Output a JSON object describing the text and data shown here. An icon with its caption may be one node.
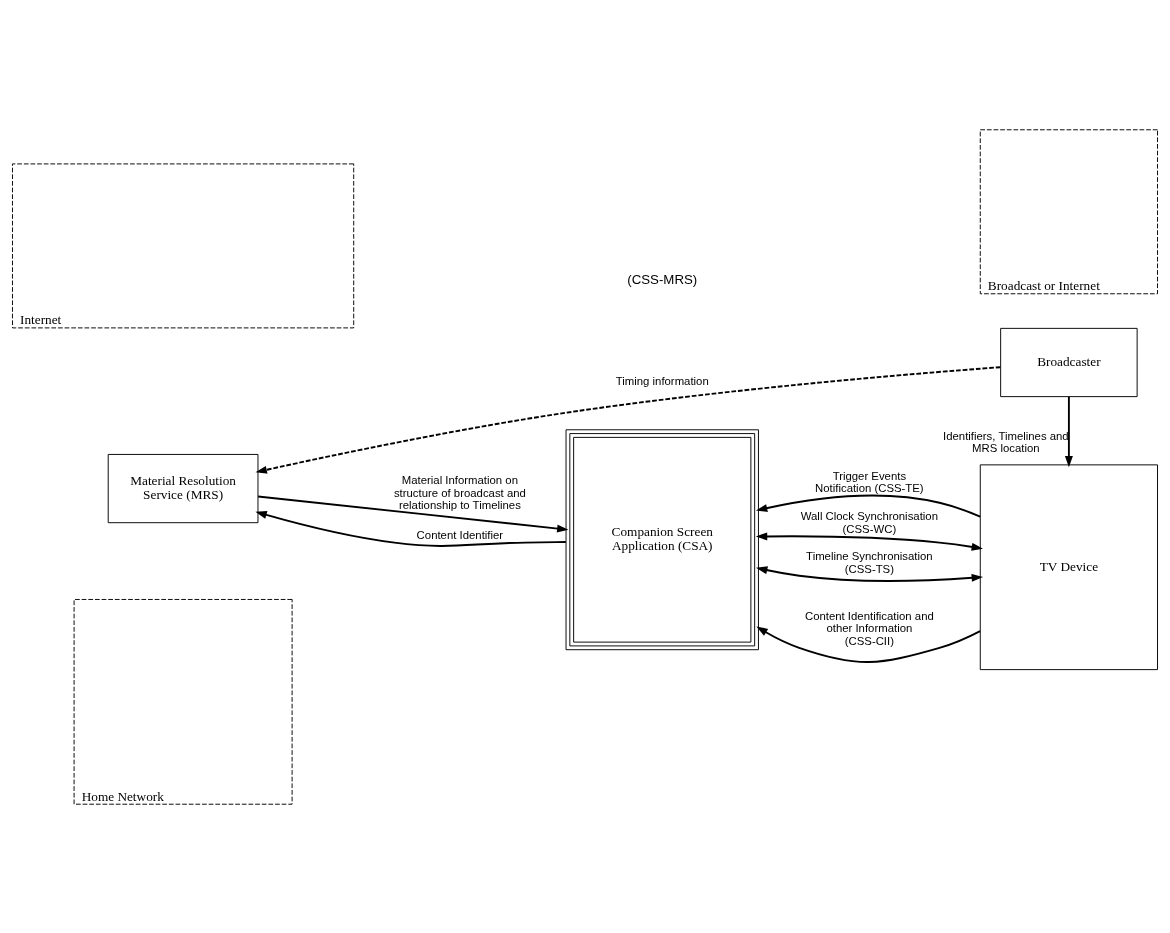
{
  "diagram": {
    "nodes": [
      {
        "text": [
          "Material Resolution Service (MRS)"
        ]
      },
      {
        "text": [
          "Broadcaster"
        ]
      },
      {
        "text": [
          "Internet"
        ]
      },
      {
        "text": [
          "Broadcast or Internet"
        ]
      },
      {
        "text": [
          "Home Network"
        ]
      },
      {
        "text": [
          "Companion Screen Application (CSA)"
        ]
      },
      {
        "text": [
          "TV Device"
        ]
      }
    ],
    "edges": [
      {
        "from": 1,
        "to": 0,
        "arrow": "to",
        "label": "Timing information",
        "style": "dashed"
      },
      {
        "from": 5,
        "to": 0,
        "arrow": "to",
        "label": "Content Identifier"
      },
      {
        "from": 0,
        "to": 5,
        "arrow": "to",
        "label": "Material Information on structure of broadcast and relationship to Timelines"
      },
      {
        "from": 1,
        "to": 6,
        "arrow": "to",
        "label": "Identifiers, Timelines and MRS location"
      },
      {
        "from": 6,
        "to": 5,
        "arrow": "to",
        "label": "Content Identification and other Information (CSS-CII)"
      },
      {
        "from": 5,
        "to": 6,
        "arrow": "both",
        "label": "Wall Clock Synchronisation (CSS-WC)"
      },
      {
        "from": 5,
        "to": 6,
        "arrow": "both",
        "label": "Timeline Synchronisation (CSS-TS)"
      },
      {
        "from": 6,
        "to": 5,
        "arrow": "to",
        "label": "Trigger Events Notification (CSS-TE)"
      }
    ],
    "labels": [
      "(CSS-MRS)"
    ]
  }
}
